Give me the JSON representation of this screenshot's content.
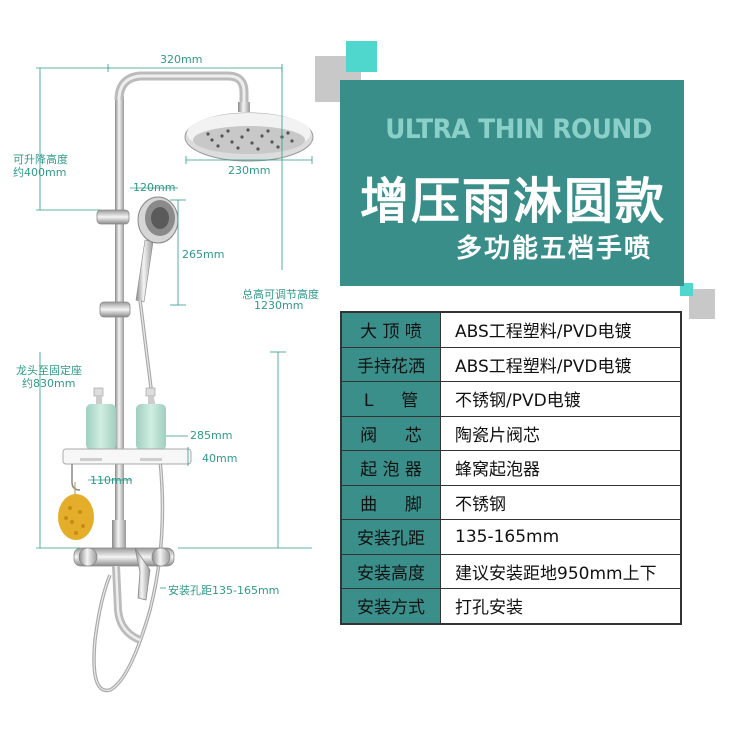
{
  "banner": {
    "english_title": "ULTRA THIN ROUND",
    "title": "增压雨淋圆款",
    "subtitle": "多功能五档手喷"
  },
  "dimensions": {
    "head_arm": "320mm",
    "lift_height_label": "可升降高度",
    "lift_height_value": "约400mm",
    "head_diameter": "230mm",
    "hand_shower_width": "120mm",
    "hand_shower_height": "265mm",
    "total_height_label": "总高可调节高度",
    "total_height_value": "1230mm",
    "tap_to_mount_label": "龙头至固定座",
    "tap_to_mount_value": "约830mm",
    "shelf_width": "285mm",
    "shelf_height": "40mm",
    "hook_width": "110mm",
    "install_distance": "安装孔距135-165mm"
  },
  "specs": [
    {
      "label": "大 顶 喷",
      "value": "ABS工程塑料/PVD电镀"
    },
    {
      "label": "手持花洒",
      "value": "ABS工程塑料/PVD电镀"
    },
    {
      "label": "L 　 管",
      "value": "不锈钢/PVD电镀"
    },
    {
      "label": "阀 　 芯",
      "value": "陶瓷片阀芯"
    },
    {
      "label": "起 泡 器",
      "value": "蜂窝起泡器"
    },
    {
      "label": "曲 　 脚",
      "value": "不锈钢"
    },
    {
      "label": "安装孔距",
      "value": "135-165mm"
    },
    {
      "label": "安装高度",
      "value": "建议安装距地950mm上下"
    },
    {
      "label": "安装方式",
      "value": "打孔安装"
    }
  ],
  "colors": {
    "accent": "#398e8a",
    "accent_light": "#8ad0c8",
    "corner_cyan": "#4fd6cd",
    "corner_gray": "#c8c8c8",
    "dimension_text": "#2f9a8a"
  }
}
